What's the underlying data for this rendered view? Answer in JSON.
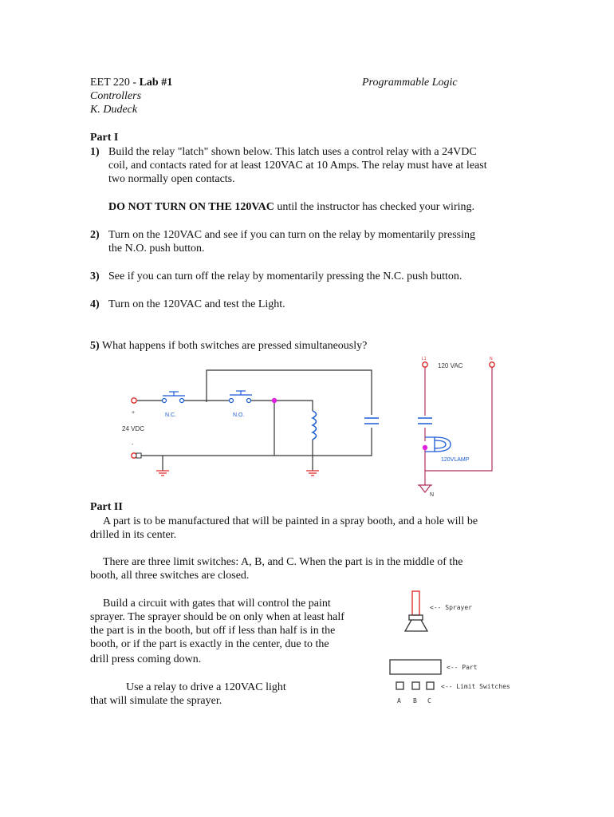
{
  "header": {
    "course": "EET 220 - ",
    "lab": "Lab #1",
    "title_a": "Programmable Logic",
    "title_b": "Controllers",
    "author": "K. Dudeck"
  },
  "part1": {
    "heading": "Part I",
    "items": [
      {
        "num": "1)",
        "line1": "Build the relay \"latch\" shown below. This latch uses a control relay with a 24VDC",
        "line2": "coil, and contacts rated for at least 120VAC at 10 Amps. The relay must have at least",
        "line3": "two normally open contacts."
      },
      {
        "num": "2)",
        "line1": "Turn on the 120VAC and see if you can turn on the relay by momentarily pressing",
        "line2": "the N.O. push button."
      },
      {
        "num": "3)",
        "line1": "See if you can turn off the relay by momentarily pressing the N.C. push button."
      },
      {
        "num": "4)",
        "line1": "Turn on the 120VAC and test the Light."
      },
      {
        "num": "5)",
        "line1": "What happens if both switches are pressed simultaneously?"
      }
    ],
    "warning_bold": "DO NOT TURN ON THE 120VAC",
    "warning_rest": " until the instructor has checked your wiring."
  },
  "circuit": {
    "nc": "N.C.",
    "no": "N.O.",
    "vdc": "24 VDC",
    "vac": "120 VAC",
    "lamp": "120VLAMP",
    "l1": "L1",
    "n_top": "N",
    "n_bottom": "N",
    "plus": "+",
    "minus": "-"
  },
  "part2": {
    "heading": "Part II",
    "p1_l1": "A part is to be manufactured that will be painted in a spray booth, and a hole will be",
    "p1_l2": "drilled in its center.",
    "p2_l1": "There are three limit switches: A, B, and C. When the part is in the middle of the",
    "p2_l2": "booth, all three switches are closed.",
    "p3_l1": "Build a circuit with gates that will control the paint",
    "p3_l2": "sprayer. The sprayer should be on only when at least half",
    "p3_l3": "the part is in the booth, but off if less than half is in the",
    "p3_l4": "booth, or if the part is exactly in the center, due to the",
    "p3_l5": "drill press coming down.",
    "p4_l1": "Use a relay to drive a 120VAC light",
    "p4_l2": "that will simulate the sprayer."
  },
  "diagram": {
    "sprayer": "<-- Sprayer",
    "part": "<-- Part",
    "limits": "<-- Limit Switches",
    "a": "A",
    "b": "B",
    "c": "C"
  }
}
